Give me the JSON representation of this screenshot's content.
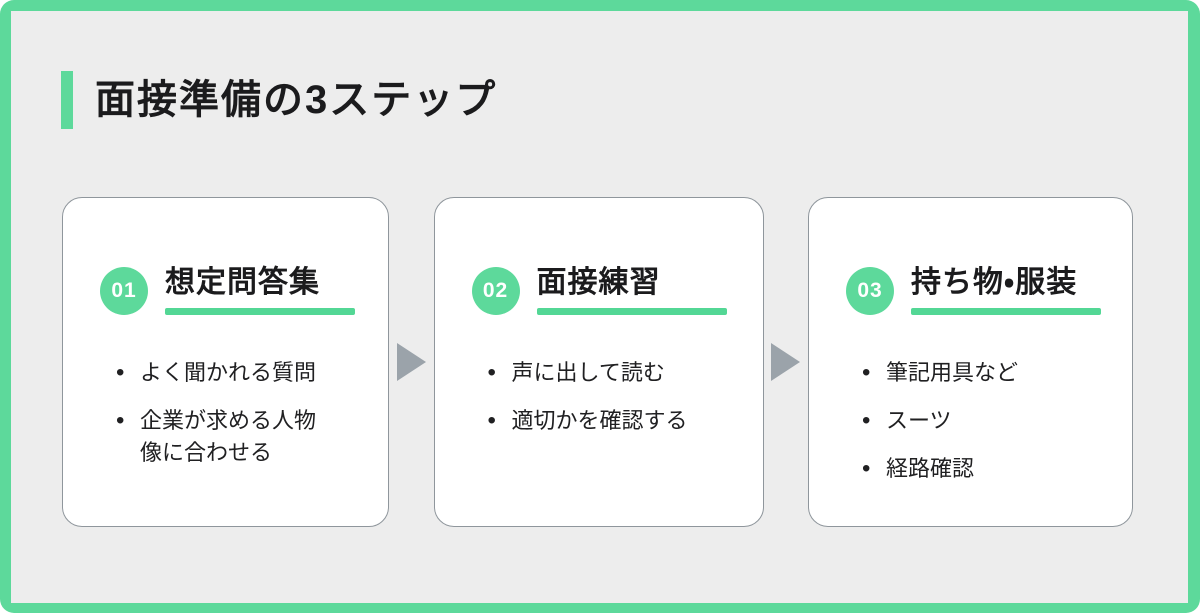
{
  "title": "面接準備の3ステップ",
  "colors": {
    "accent_green": "#5DD99B",
    "underline_green": "#53D795",
    "background_gray": "#EDEDED",
    "card_white": "#FFFFFF",
    "card_border_gray": "#8F969C",
    "arrow_gray": "#9BA3AA",
    "text_black": "#1C1C1E",
    "badge_text_white": "#FFFFFF"
  },
  "icons": {
    "arrow_right": "▶"
  },
  "steps": [
    {
      "number": "01",
      "heading": "想定問答集",
      "bullets": [
        "よく聞かれる質問",
        "企業が求める人物像に合わせる"
      ]
    },
    {
      "number": "02",
      "heading": "面接練習",
      "bullets": [
        "声に出して読む",
        "適切かを確認する"
      ]
    },
    {
      "number": "03",
      "heading": "持ち物・服装",
      "bullets": [
        "筆記用具など",
        "スーツ",
        "経路確認"
      ]
    }
  ]
}
